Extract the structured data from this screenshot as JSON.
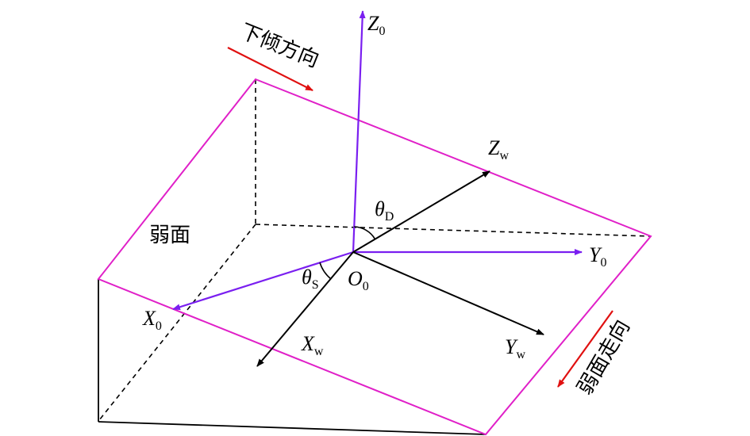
{
  "labels": {
    "z0": {
      "main": "Z",
      "sub": "0"
    },
    "y0": {
      "main": "Y",
      "sub": "0"
    },
    "x0": {
      "main": "X",
      "sub": "0"
    },
    "zw": {
      "main": "Z",
      "sub": "w"
    },
    "yw": {
      "main": "Y",
      "sub": "w"
    },
    "xw": {
      "main": "X",
      "sub": "w"
    },
    "o0": {
      "main": "O",
      "sub": "0"
    },
    "theta_d": {
      "main": "θ",
      "sub": "D"
    },
    "theta_s": {
      "main": "θ",
      "sub": "S"
    },
    "weak_plane": "弱面",
    "dip_direction": "下倾方向",
    "strike_direction": "弱面走向"
  },
  "colors": {
    "plane": "#e020c8",
    "world_axes": "#7a1ff0",
    "local_axes": "#000000",
    "direction_arrow": "#e01010"
  }
}
